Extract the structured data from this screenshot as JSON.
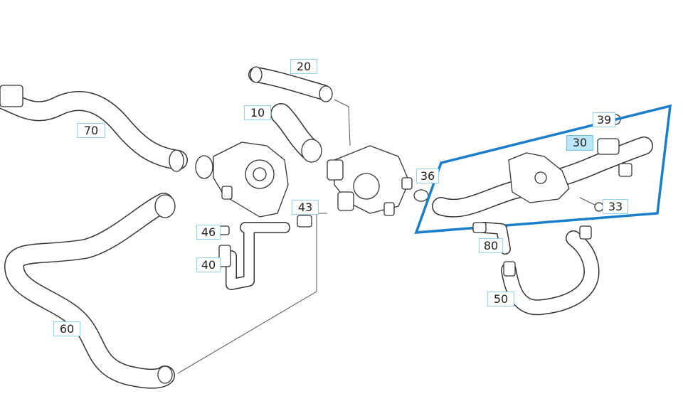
{
  "diagram": {
    "highlight_color": "#1a7fc8",
    "active_callout": "30",
    "callouts": [
      {
        "id": "20",
        "label": "20"
      },
      {
        "id": "10",
        "label": "10"
      },
      {
        "id": "70",
        "label": "70"
      },
      {
        "id": "36",
        "label": "36"
      },
      {
        "id": "39",
        "label": "39"
      },
      {
        "id": "30",
        "label": "30"
      },
      {
        "id": "33",
        "label": "33"
      },
      {
        "id": "43",
        "label": "43"
      },
      {
        "id": "46",
        "label": "46"
      },
      {
        "id": "40",
        "label": "40"
      },
      {
        "id": "80",
        "label": "80"
      },
      {
        "id": "50",
        "label": "50"
      },
      {
        "id": "60",
        "label": "60"
      }
    ]
  }
}
